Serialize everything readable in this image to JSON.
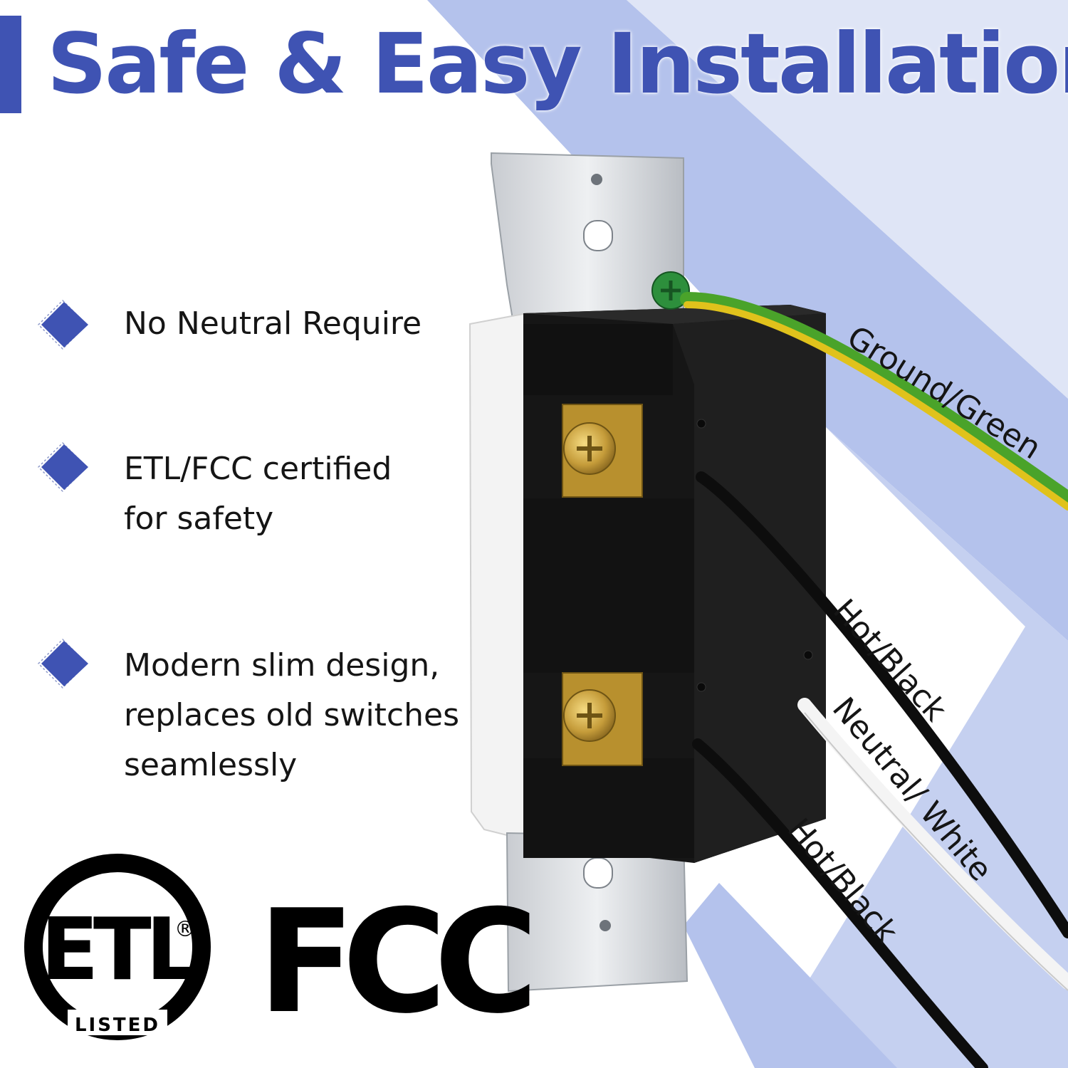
{
  "title": "Safe & Easy Installation",
  "features": [
    {
      "lines": [
        "No Neutral Require"
      ]
    },
    {
      "lines": [
        "ETL/FCC certified",
        "for safety"
      ]
    },
    {
      "lines": [
        "Modern slim design,",
        "replaces old switches",
        "seamlessly"
      ]
    }
  ],
  "wire_labels": {
    "ground": "Ground/Green",
    "hot_upper": "Hot/Black",
    "neutral": "Neutral/ White",
    "hot_lower": "Hot/Black"
  },
  "certifications": {
    "etl_mark": "ETL",
    "etl_listed": "LISTED",
    "etl_registered": "®",
    "fcc_mark": "FCC"
  },
  "colors": {
    "accent": "#3f53b3",
    "band_light": "#dfe5f6",
    "band_mid": "#b4c2ec",
    "text": "#151515",
    "wire_ground_yellow": "#e0c21c",
    "wire_ground_green": "#4aa32a",
    "switch_body": "#1b1b1b",
    "brass_terminal": "#b8902e"
  },
  "icons": {
    "bullet": "diamond-icon",
    "etl": "etl-listed-logo",
    "fcc": "fcc-logo"
  }
}
